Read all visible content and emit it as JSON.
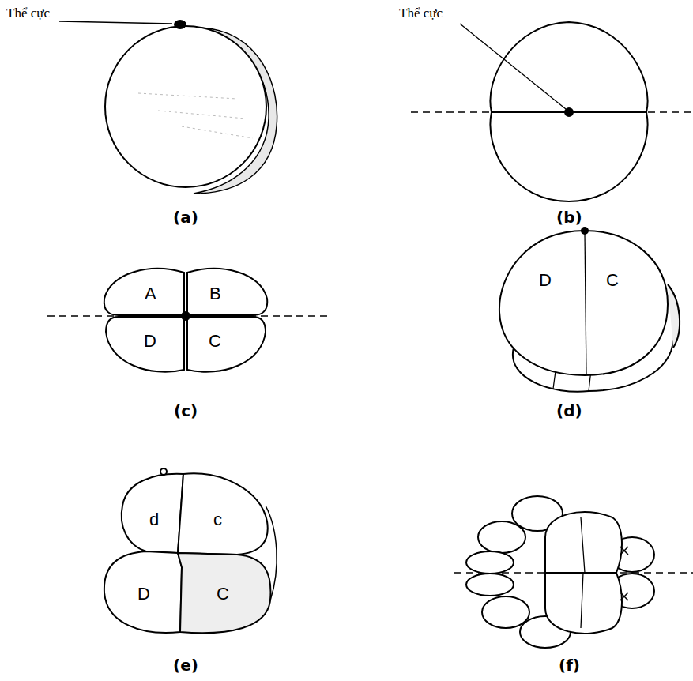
{
  "diagram": {
    "labels": [
      "Thể cực",
      "Thể cực",
      "(a)",
      "(b)",
      "A",
      "B",
      "D",
      "C",
      "(c)",
      "D",
      "C",
      "(d)",
      "d",
      "c",
      "D",
      "C",
      "(e)",
      "(f)"
    ]
  }
}
